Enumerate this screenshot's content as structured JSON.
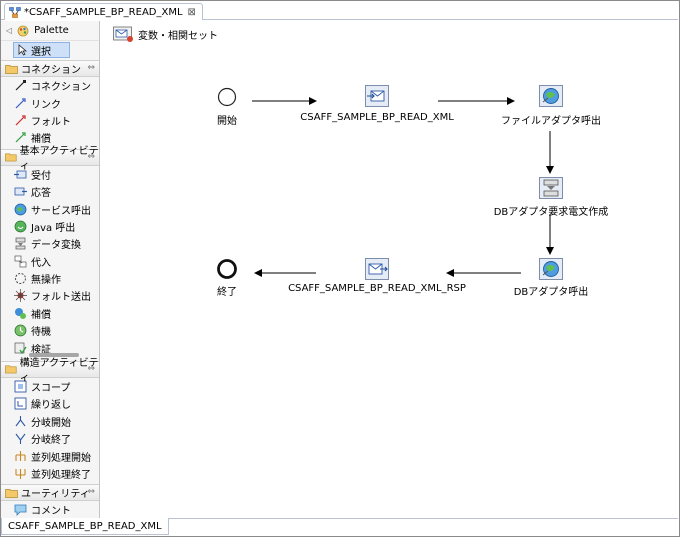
{
  "editor": {
    "tab_title": "*CSAFF_SAMPLE_BP_READ_XML",
    "close_glyph": "⊠",
    "bottom_tab": "CSAFF_SAMPLE_BP_READ_XML"
  },
  "palette": {
    "header": "Palette",
    "select_label": "選択",
    "drawers": [
      {
        "label": "コネクション",
        "items": [
          {
            "label": "コネクション",
            "icon": "connection-icon"
          },
          {
            "label": "リンク",
            "icon": "link-icon"
          },
          {
            "label": "フォルト",
            "icon": "fault-link-icon"
          },
          {
            "label": "補償",
            "icon": "compensation-link-icon"
          }
        ]
      },
      {
        "label": "基本アクティビティ",
        "items": [
          {
            "label": "受付",
            "icon": "receive-icon"
          },
          {
            "label": "応答",
            "icon": "reply-icon"
          },
          {
            "label": "サービス呼出",
            "icon": "invoke-service-icon"
          },
          {
            "label": "Java 呼出",
            "icon": "invoke-java-icon"
          },
          {
            "label": "データ変換",
            "icon": "data-transform-icon"
          },
          {
            "label": "代入",
            "icon": "assign-icon"
          },
          {
            "label": "無操作",
            "icon": "empty-icon"
          },
          {
            "label": "フォルト送出",
            "icon": "throw-fault-icon"
          },
          {
            "label": "補償",
            "icon": "compensate-icon"
          },
          {
            "label": "待機",
            "icon": "wait-icon"
          },
          {
            "label": "検証",
            "icon": "validate-icon"
          }
        ]
      },
      {
        "label": "構造アクティビティ",
        "items": [
          {
            "label": "スコープ",
            "icon": "scope-icon"
          },
          {
            "label": "繰り返し",
            "icon": "loop-icon"
          },
          {
            "label": "分岐開始",
            "icon": "branch-start-icon"
          },
          {
            "label": "分岐終了",
            "icon": "branch-end-icon"
          },
          {
            "label": "並列処理開始",
            "icon": "parallel-start-icon"
          },
          {
            "label": "並列処理終了",
            "icon": "parallel-end-icon"
          }
        ]
      },
      {
        "label": "ユーティリティ",
        "items": [
          {
            "label": "コメント",
            "icon": "comment-icon"
          }
        ]
      }
    ]
  },
  "canvas": {
    "variable_button": "変数・相関セット",
    "nodes": {
      "start": {
        "label": "開始",
        "icon": "start-circle-icon"
      },
      "receive": {
        "label": "CSAFF_SAMPLE_BP_READ_XML",
        "icon": "receive-message-icon"
      },
      "file_adapter": {
        "label": "ファイルアダプタ呼出",
        "icon": "invoke-service-icon"
      },
      "db_request": {
        "label": "DBアダプタ要求電文作成",
        "icon": "data-transform-icon"
      },
      "db_adapter": {
        "label": "DBアダプタ呼出",
        "icon": "invoke-service-icon"
      },
      "reply": {
        "label": "CSAFF_SAMPLE_BP_READ_XML_RSP",
        "icon": "reply-message-icon"
      },
      "end": {
        "label": "終了",
        "icon": "end-circle-icon"
      }
    }
  },
  "colors": {
    "selection_fill": "#cde0f7",
    "selection_border": "#8db2e3",
    "drawer_folder": "#e8b64c",
    "connector": "#000000"
  }
}
